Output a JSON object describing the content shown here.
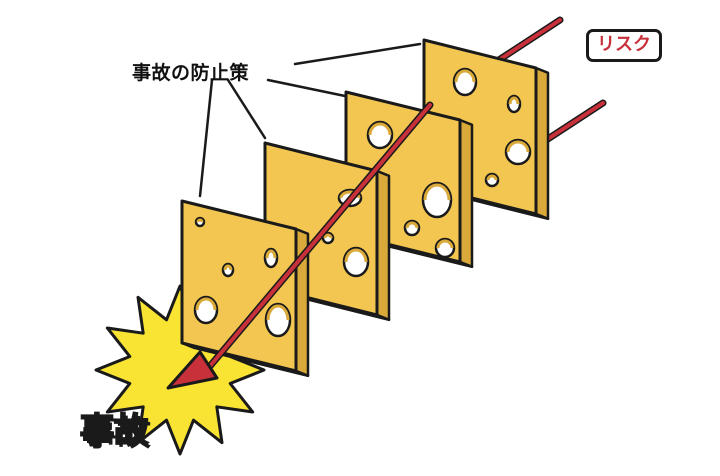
{
  "title": "",
  "labels": {
    "measures": "事故の防止策",
    "risk": "リスク",
    "accident": "事故"
  },
  "colors": {
    "cheese": "#f2c651",
    "cheese_shade": "#d9a93a",
    "outline": "#1a1a1a",
    "risk_arrow": "#c8303a",
    "burst": "#f9e333"
  },
  "slices": [
    {
      "name": "slice-1"
    },
    {
      "name": "slice-2"
    },
    {
      "name": "slice-3"
    },
    {
      "name": "slice-4"
    }
  ],
  "arrows": [
    {
      "name": "risk-arrow-passing"
    },
    {
      "name": "risk-arrow-blocked"
    }
  ]
}
